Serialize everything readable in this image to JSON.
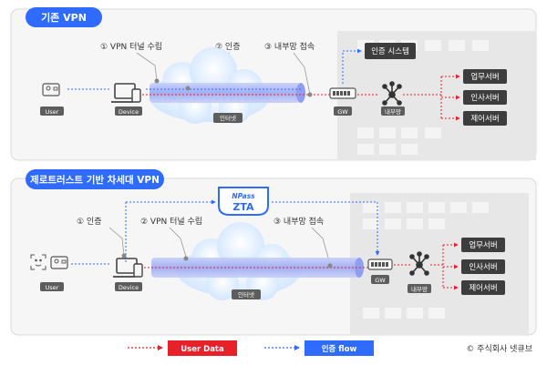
{
  "colors": {
    "accent_blue": "#2f6bff",
    "red": "#e8202a",
    "panel_bg": "#f6f6f6",
    "panel_border": "#d9d9d9",
    "building": "#e6e6e6",
    "server_box": "#3a3a3a",
    "cloud": "#dcecff",
    "tunnel": "#a9b6f5",
    "label_bg": "#5d5d5d"
  },
  "sections": {
    "legacy": {
      "title": "기존 VPN",
      "steps": [
        "① VPN 터널 수립",
        "② 인증",
        "③ 내부망 접속"
      ],
      "auth_box": "인증 시스템"
    },
    "zerotrust": {
      "title": "제로트러스트 기반 차세대 VPN",
      "steps": [
        "① 인증",
        "② VPN 터널 수립",
        "③ 내부망 접속"
      ],
      "zta_brand": "NPass",
      "zta_text": "ZTA"
    }
  },
  "labels": {
    "user": "User",
    "device": "Device",
    "internet": "인터넷",
    "gw": "GW",
    "internal_net": "내부망",
    "servers": [
      "업무서버",
      "인사서버",
      "제어서버"
    ]
  },
  "legend": {
    "user_data": "User Data",
    "auth_flow": "인증 flow"
  },
  "copyright": "© 주식회사 넷큐브"
}
